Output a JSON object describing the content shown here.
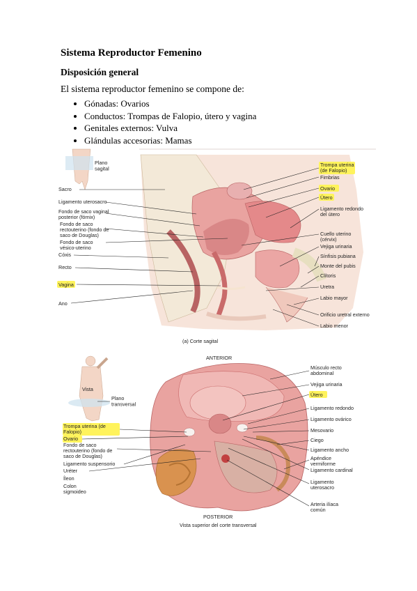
{
  "document": {
    "title": "Sistema Reproductor Femenino",
    "subtitle": "Disposición general",
    "intro": "El sistema reproductor femenino se compone de:",
    "bullets": [
      "Gónadas: Ovarios",
      "Conductos: Trompas de Falopio, útero y vagina",
      "Genitales externos: Vulva",
      "Glándulas accesorias: Mamas"
    ]
  },
  "figure_sagittal": {
    "caption": "(a) Corte sagital",
    "plane_label": [
      "Plano",
      "sagital"
    ],
    "left_labels": {
      "sacro": "Sacro",
      "ligamento_uterosacro": "Ligamento uterosacro",
      "fondo_vaginal": [
        "Fondo de saco vaginal",
        "posterior (fórnix)"
      ],
      "fondo_recto": [
        "Fondo de saco",
        "rectouterino (fondo de",
        "saco de Douglas)"
      ],
      "fondo_vesico": [
        "Fondo de saco",
        "vésico-uterino"
      ],
      "coxis": "Cóxis",
      "recto": "Recto",
      "vagina": "Vagina",
      "ano": "Ano"
    },
    "right_labels": {
      "trompa": [
        "Trompa uterina",
        "(de Falopio)"
      ],
      "fimbrias": "Fimbrias",
      "ovario": "Ovario",
      "utero": "Útero",
      "ligamento_redondo": [
        "Ligamento redondo",
        "del útero"
      ],
      "cuello": [
        "Cuello uterino",
        "(cérvix)"
      ],
      "vejiga": "Vejiga urinaria",
      "sinfisis": "Sínfisis pubiana",
      "monte": "Monte del pubis",
      "clitoris": "Clítoris",
      "uretra": "Uretra",
      "labio_mayor": "Labio mayor",
      "orificio": "Orificio uretral externo",
      "labio_menor": "Labio menor"
    }
  },
  "figure_transverse": {
    "top_label": "ANTERIOR",
    "bottom_label": "POSTERIOR",
    "caption": "Vista superior del corte transversal",
    "vista_label": "Vista",
    "plane_label": [
      "Plano",
      "transversal"
    ],
    "left_labels": {
      "trompa": [
        "Trompa uterina (de",
        "Falopio)"
      ],
      "ovario": "Ovario",
      "fondo": [
        "Fondo de saco",
        "rectouterino (fondo de",
        "saco de Douglas)"
      ],
      "lig_suspensorio": "Ligamento suspensorio",
      "ureter": "Uréter",
      "ileon": "Íleon",
      "colon": [
        "Colon",
        "sigmoideo"
      ]
    },
    "right_labels": {
      "musculo": [
        "Músculo recto",
        "abdominal"
      ],
      "vejiga": "Vejiga urinaria",
      "utero": "Útero",
      "lig_redondo": "Ligamento redondo",
      "lig_ovarico": "Ligamento ovárico",
      "mesovario": "Mesovario",
      "ciego": "Ciego",
      "lig_ancho": "Ligamento ancho",
      "apendice": [
        "Apéndice",
        "vermiforme"
      ],
      "lig_cardinal": "Ligamento cardinal",
      "lig_utero": [
        "Ligamento",
        "uterosacro"
      ],
      "arteria": [
        "Arteria ilíaca",
        "común"
      ]
    }
  },
  "colors": {
    "highlight": "#fff35c",
    "tissue": "#e9a3a0",
    "tissue_dark": "#c96a6a",
    "bone": "#f2e6c8",
    "intestine": "#d9924f"
  }
}
